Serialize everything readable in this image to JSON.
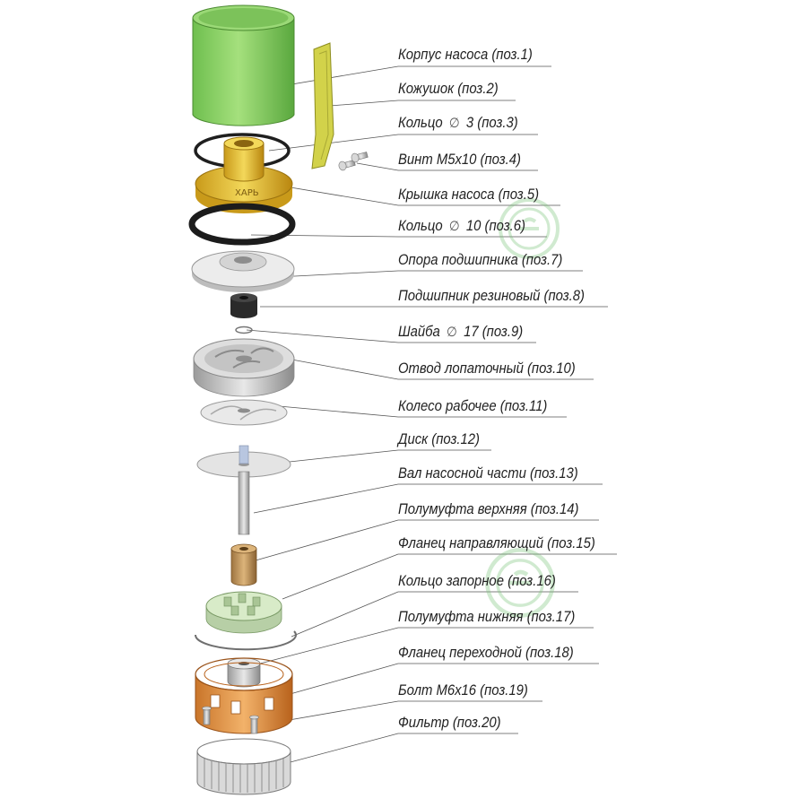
{
  "callouts": [
    {
      "num": 1,
      "text": "Корпус насоса (поз.1)"
    },
    {
      "num": 2,
      "text": "Кожушок (поз.2)"
    },
    {
      "num": 3,
      "pre": "Кольцо",
      "phi": "∅",
      "post": "3 (поз.3)"
    },
    {
      "num": 4,
      "text": "Винт М5х10 (поз.4)"
    },
    {
      "num": 5,
      "text": "Крышка насоса (поз.5)"
    },
    {
      "num": 6,
      "pre": "Кольцо",
      "phi": "∅",
      "post": "10 (поз.6)"
    },
    {
      "num": 7,
      "text": "Опора подшипника (поз.7)"
    },
    {
      "num": 8,
      "text": "Подшипник резиновый (поз.8)"
    },
    {
      "num": 9,
      "pre": "Шайба",
      "phi": "∅",
      "post": "17 (поз.9)"
    },
    {
      "num": 10,
      "text": "Отвод лопаточный (поз.10)"
    },
    {
      "num": 11,
      "text": "Колесо рабочее (поз.11)"
    },
    {
      "num": 12,
      "text": "Диск (поз.12)"
    },
    {
      "num": 13,
      "text": "Вал насосной части (поз.13)"
    },
    {
      "num": 14,
      "text": "Полумуфта верхняя (поз.14)"
    },
    {
      "num": 15,
      "text": "Фланец направляющий (поз.15)"
    },
    {
      "num": 16,
      "text": "Кольцо запорное (поз.16)"
    },
    {
      "num": 17,
      "text": "Полумуфта нижняя (поз.17)"
    },
    {
      "num": 18,
      "text": "Фланец переходной (поз.18)"
    },
    {
      "num": 19,
      "text": "Болт М6х16 (поз.19)"
    },
    {
      "num": 20,
      "text": "Фильтр (поз.20)"
    }
  ],
  "cover_engraving": "ХАРЬ",
  "colors": {
    "housing": "#8fd16a",
    "sheath": "#c9c944",
    "cover": "#e8c23a",
    "bearing_support": "#e6e6e6",
    "impeller_parts": "#d9d9d9",
    "coupling_upper": "#c9a06a",
    "guide_flange": "#cfe3c0",
    "adapter_flange": "#e6a15a",
    "filter": "#c8c8c8",
    "rubber": "#2a2a2a",
    "watermark": "#7cc47a"
  },
  "icons": [
    "watermark-logo-icon"
  ]
}
